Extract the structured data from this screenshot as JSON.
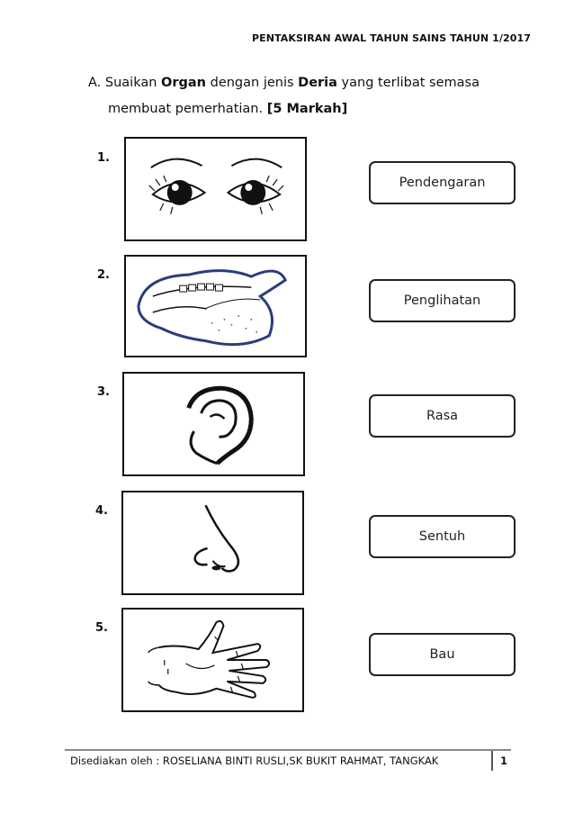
{
  "header": {
    "title": "PENTAKSIRAN AWAL TAHUN SAINS TAHUN 1/2017"
  },
  "instruction": {
    "prefix": "A. Suaikan ",
    "bold1": "Organ",
    "mid": " dengan jenis ",
    "bold2": "Deria",
    "suffix": " yang terlibat semasa",
    "line2": "membuat pemerhatian. ",
    "marks": "[5 Markah]"
  },
  "items": [
    {
      "number": "1.",
      "organ_icon": "eyes-icon"
    },
    {
      "number": "2.",
      "organ_icon": "tongue-icon"
    },
    {
      "number": "3.",
      "organ_icon": "ear-icon"
    },
    {
      "number": "4.",
      "organ_icon": "nose-icon"
    },
    {
      "number": "5.",
      "organ_icon": "hand-icon"
    }
  ],
  "answers": [
    "Pendengaran",
    "Penglihatan",
    "Rasa",
    "Sentuh",
    "Bau"
  ],
  "footer": {
    "text": "Disediakan oleh : ROSELIANA BINTI RUSLI,SK BUKIT RAHMAT, TANGKAK",
    "page": "1"
  }
}
